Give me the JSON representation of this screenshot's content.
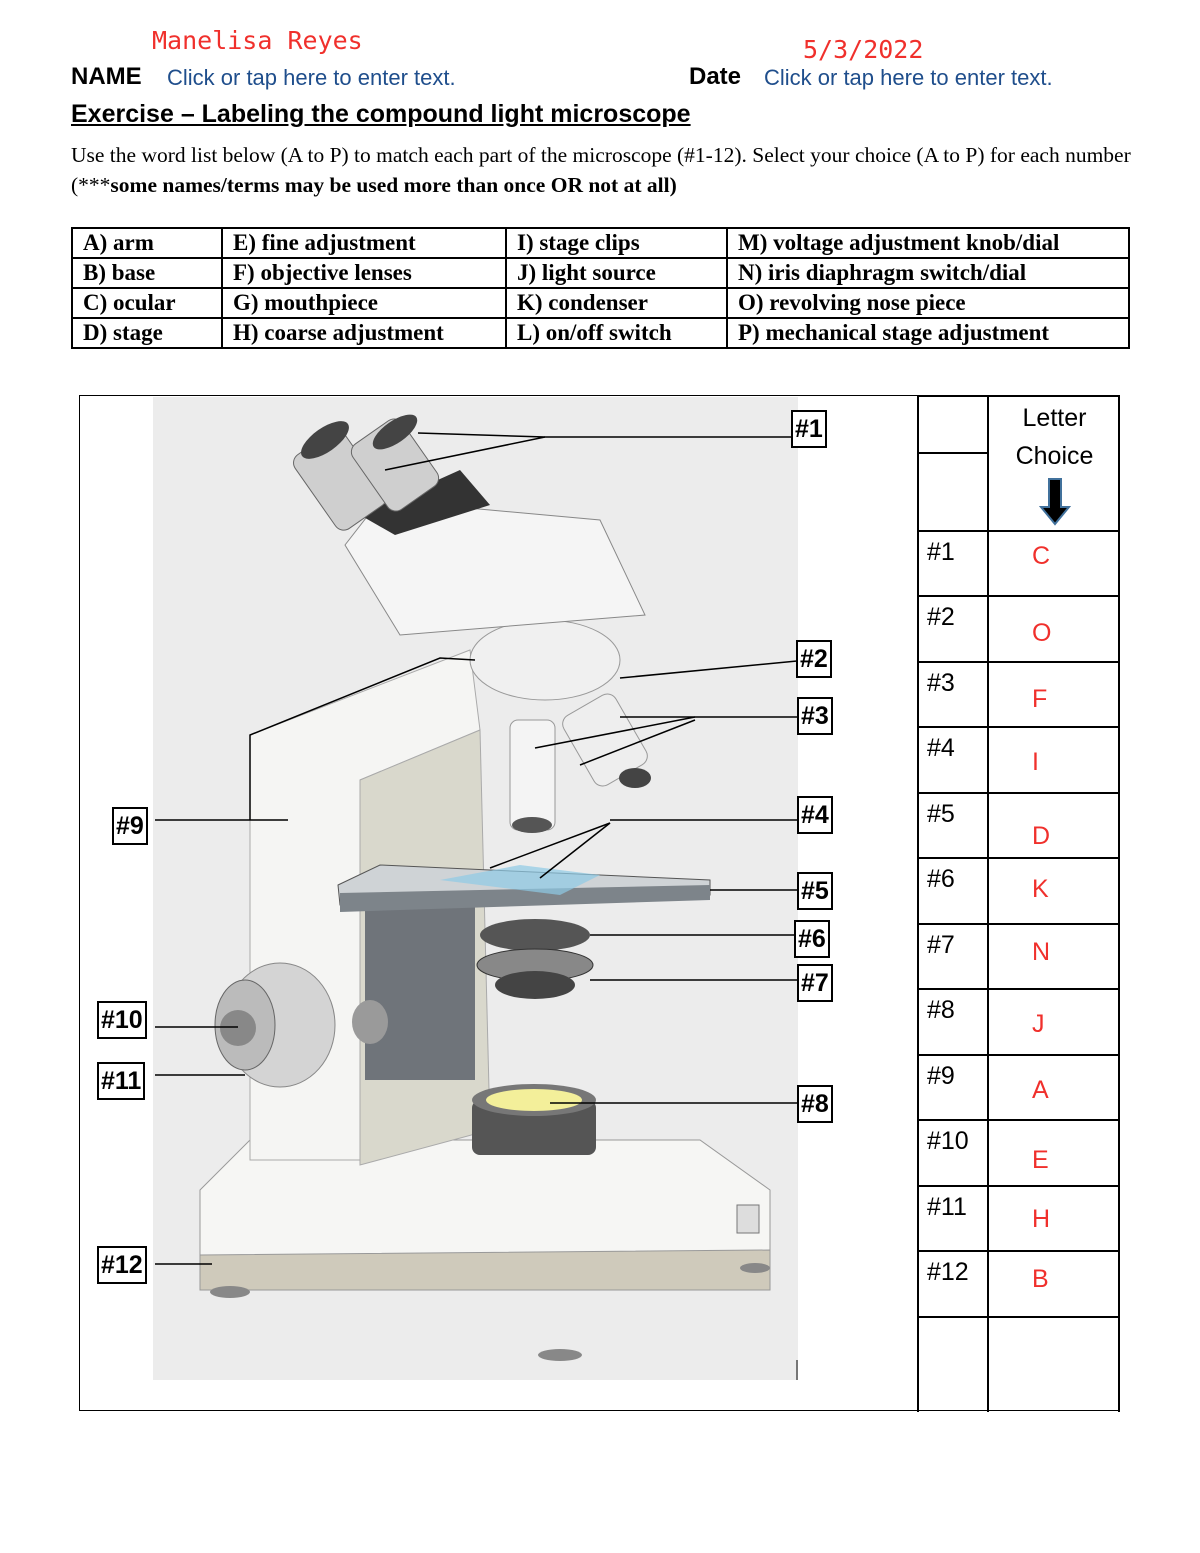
{
  "header": {
    "name_value": "Manelisa Reyes",
    "date_value": "5/3/2022",
    "name_label": "NAME",
    "date_label": "Date",
    "name_placeholder": "Click or tap here to enter text.",
    "date_placeholder": "Click or tap here to enter text."
  },
  "title": "Exercise – Labeling the compound light microscope",
  "instructions": {
    "normal": "Use the word list below (A to P) to match each part of the microscope (#1-12). Select your choice (A to P) for each number (***",
    "bold": "some names/terms may be used more than once OR not at all)"
  },
  "word_list": [
    [
      "A) arm",
      "E) fine adjustment",
      "I) stage clips",
      "M) voltage adjustment knob/dial"
    ],
    [
      "B) base",
      "F) objective lenses",
      "J) light source",
      "N)  iris diaphragm switch/dial"
    ],
    [
      "C) ocular",
      "G) mouthpiece",
      "K) condenser",
      "O)  revolving nose piece"
    ],
    [
      "D) stage",
      "H) coarse adjustment",
      "L) on/off switch",
      "P)  mechanical stage adjustment"
    ]
  ],
  "answer_header": {
    "line1": "Letter",
    "line2": "Choice"
  },
  "answers": [
    {
      "num": "#1",
      "letter": "C"
    },
    {
      "num": "#2",
      "letter": "O"
    },
    {
      "num": "#3",
      "letter": "F"
    },
    {
      "num": "#4",
      "letter": "I"
    },
    {
      "num": "#5",
      "letter": "D"
    },
    {
      "num": "#6",
      "letter": "K"
    },
    {
      "num": "#7",
      "letter": "N"
    },
    {
      "num": "#8",
      "letter": "J"
    },
    {
      "num": "#9",
      "letter": "A"
    },
    {
      "num": "#10",
      "letter": "E"
    },
    {
      "num": "#11",
      "letter": "H"
    },
    {
      "num": "#12",
      "letter": "B"
    }
  ],
  "colors": {
    "answer": "#f0302c",
    "placeholder": "#1f4e8c"
  }
}
